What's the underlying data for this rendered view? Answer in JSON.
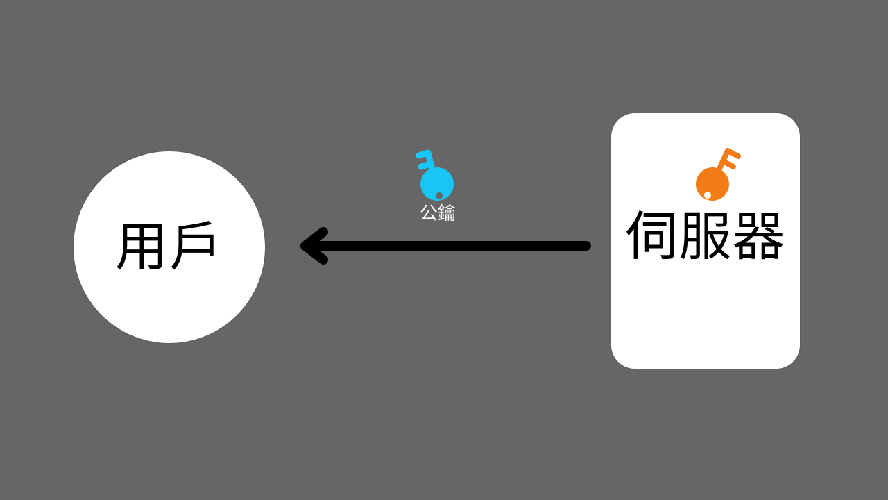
{
  "client": {
    "label": "用戶"
  },
  "server": {
    "label": "伺服器",
    "key_icon": "private-key-icon",
    "key_color": "#f47c16"
  },
  "transfer": {
    "label": "公鑰",
    "key_icon": "public-key-icon",
    "key_color": "#18c5f5",
    "direction": "server-to-client"
  },
  "colors": {
    "background": "#666666",
    "node_fill": "#ffffff",
    "arrow": "#000000"
  }
}
